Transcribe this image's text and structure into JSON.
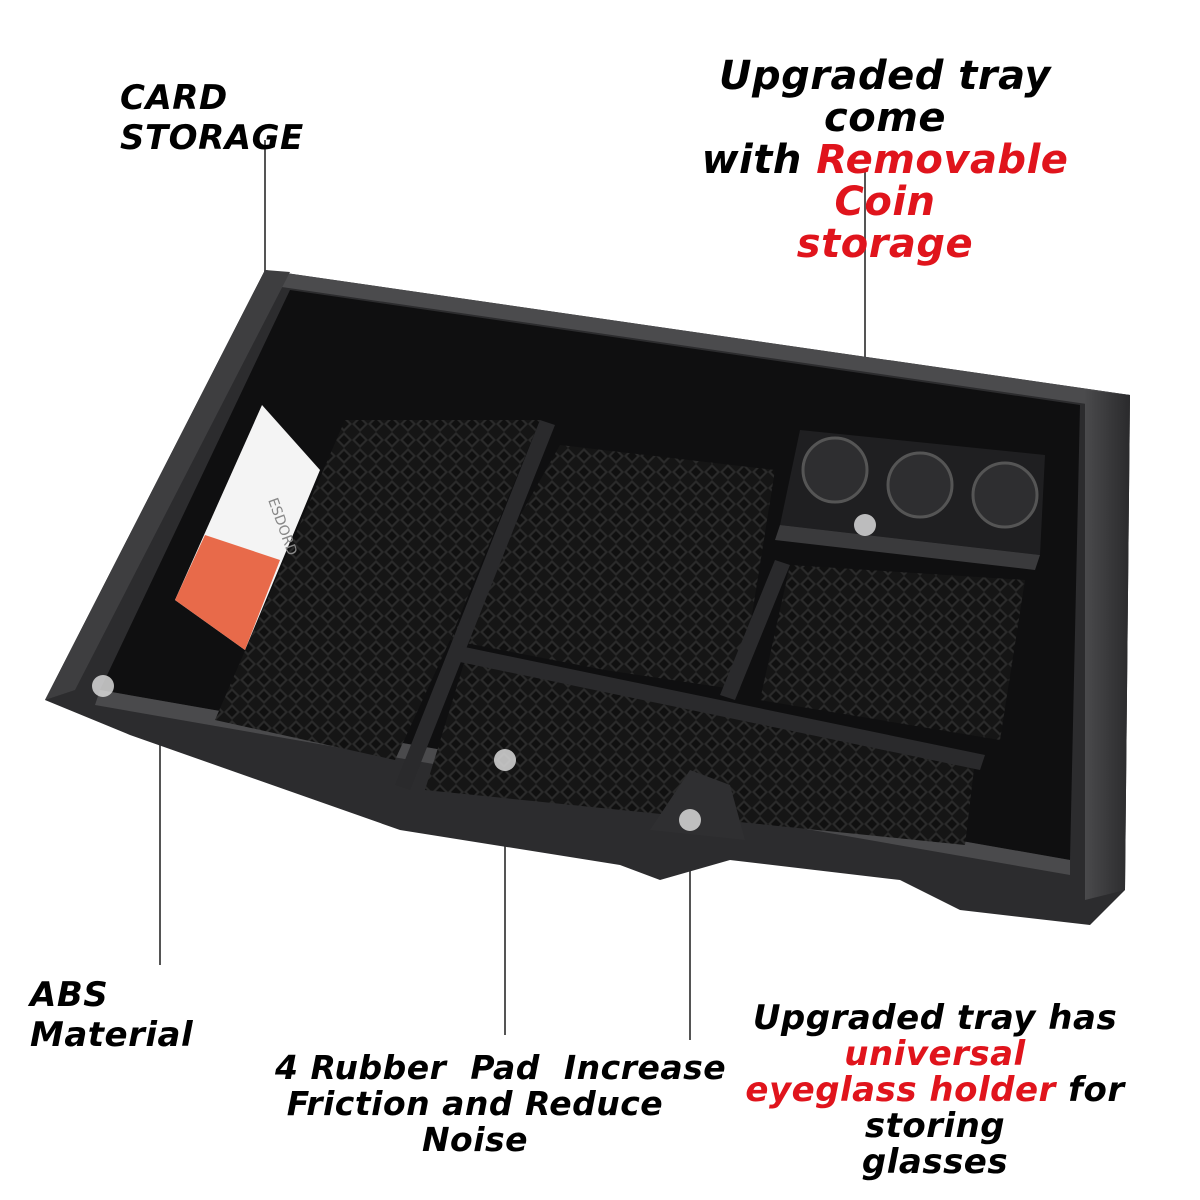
{
  "labels": {
    "card_storage": "CARD STORAGE",
    "coin": {
      "line1": "Upgraded tray come",
      "line2_prefix": "with ",
      "line2_highlight": "Removable Coin",
      "line3_highlight": "storage"
    },
    "abs": "ABS Material",
    "rubber": {
      "line1": "4 Rubber  Pad  Increase",
      "line2": "Friction and Reduce",
      "line3": "Noise"
    },
    "eyeglass": {
      "line1_prefix": "Upgraded tray has ",
      "line1_highlight": "universal",
      "line2_highlight": "eyeglass holder",
      "line2_suffix": " for storing",
      "line3": "glasses"
    }
  },
  "colors": {
    "highlight": "#e0141c",
    "tray_body": "#1c1c1e",
    "tray_rim": "#3a3a3c",
    "rubber_pad": "#161616",
    "card": "#e86a4a"
  },
  "card_text": "ESDORD"
}
